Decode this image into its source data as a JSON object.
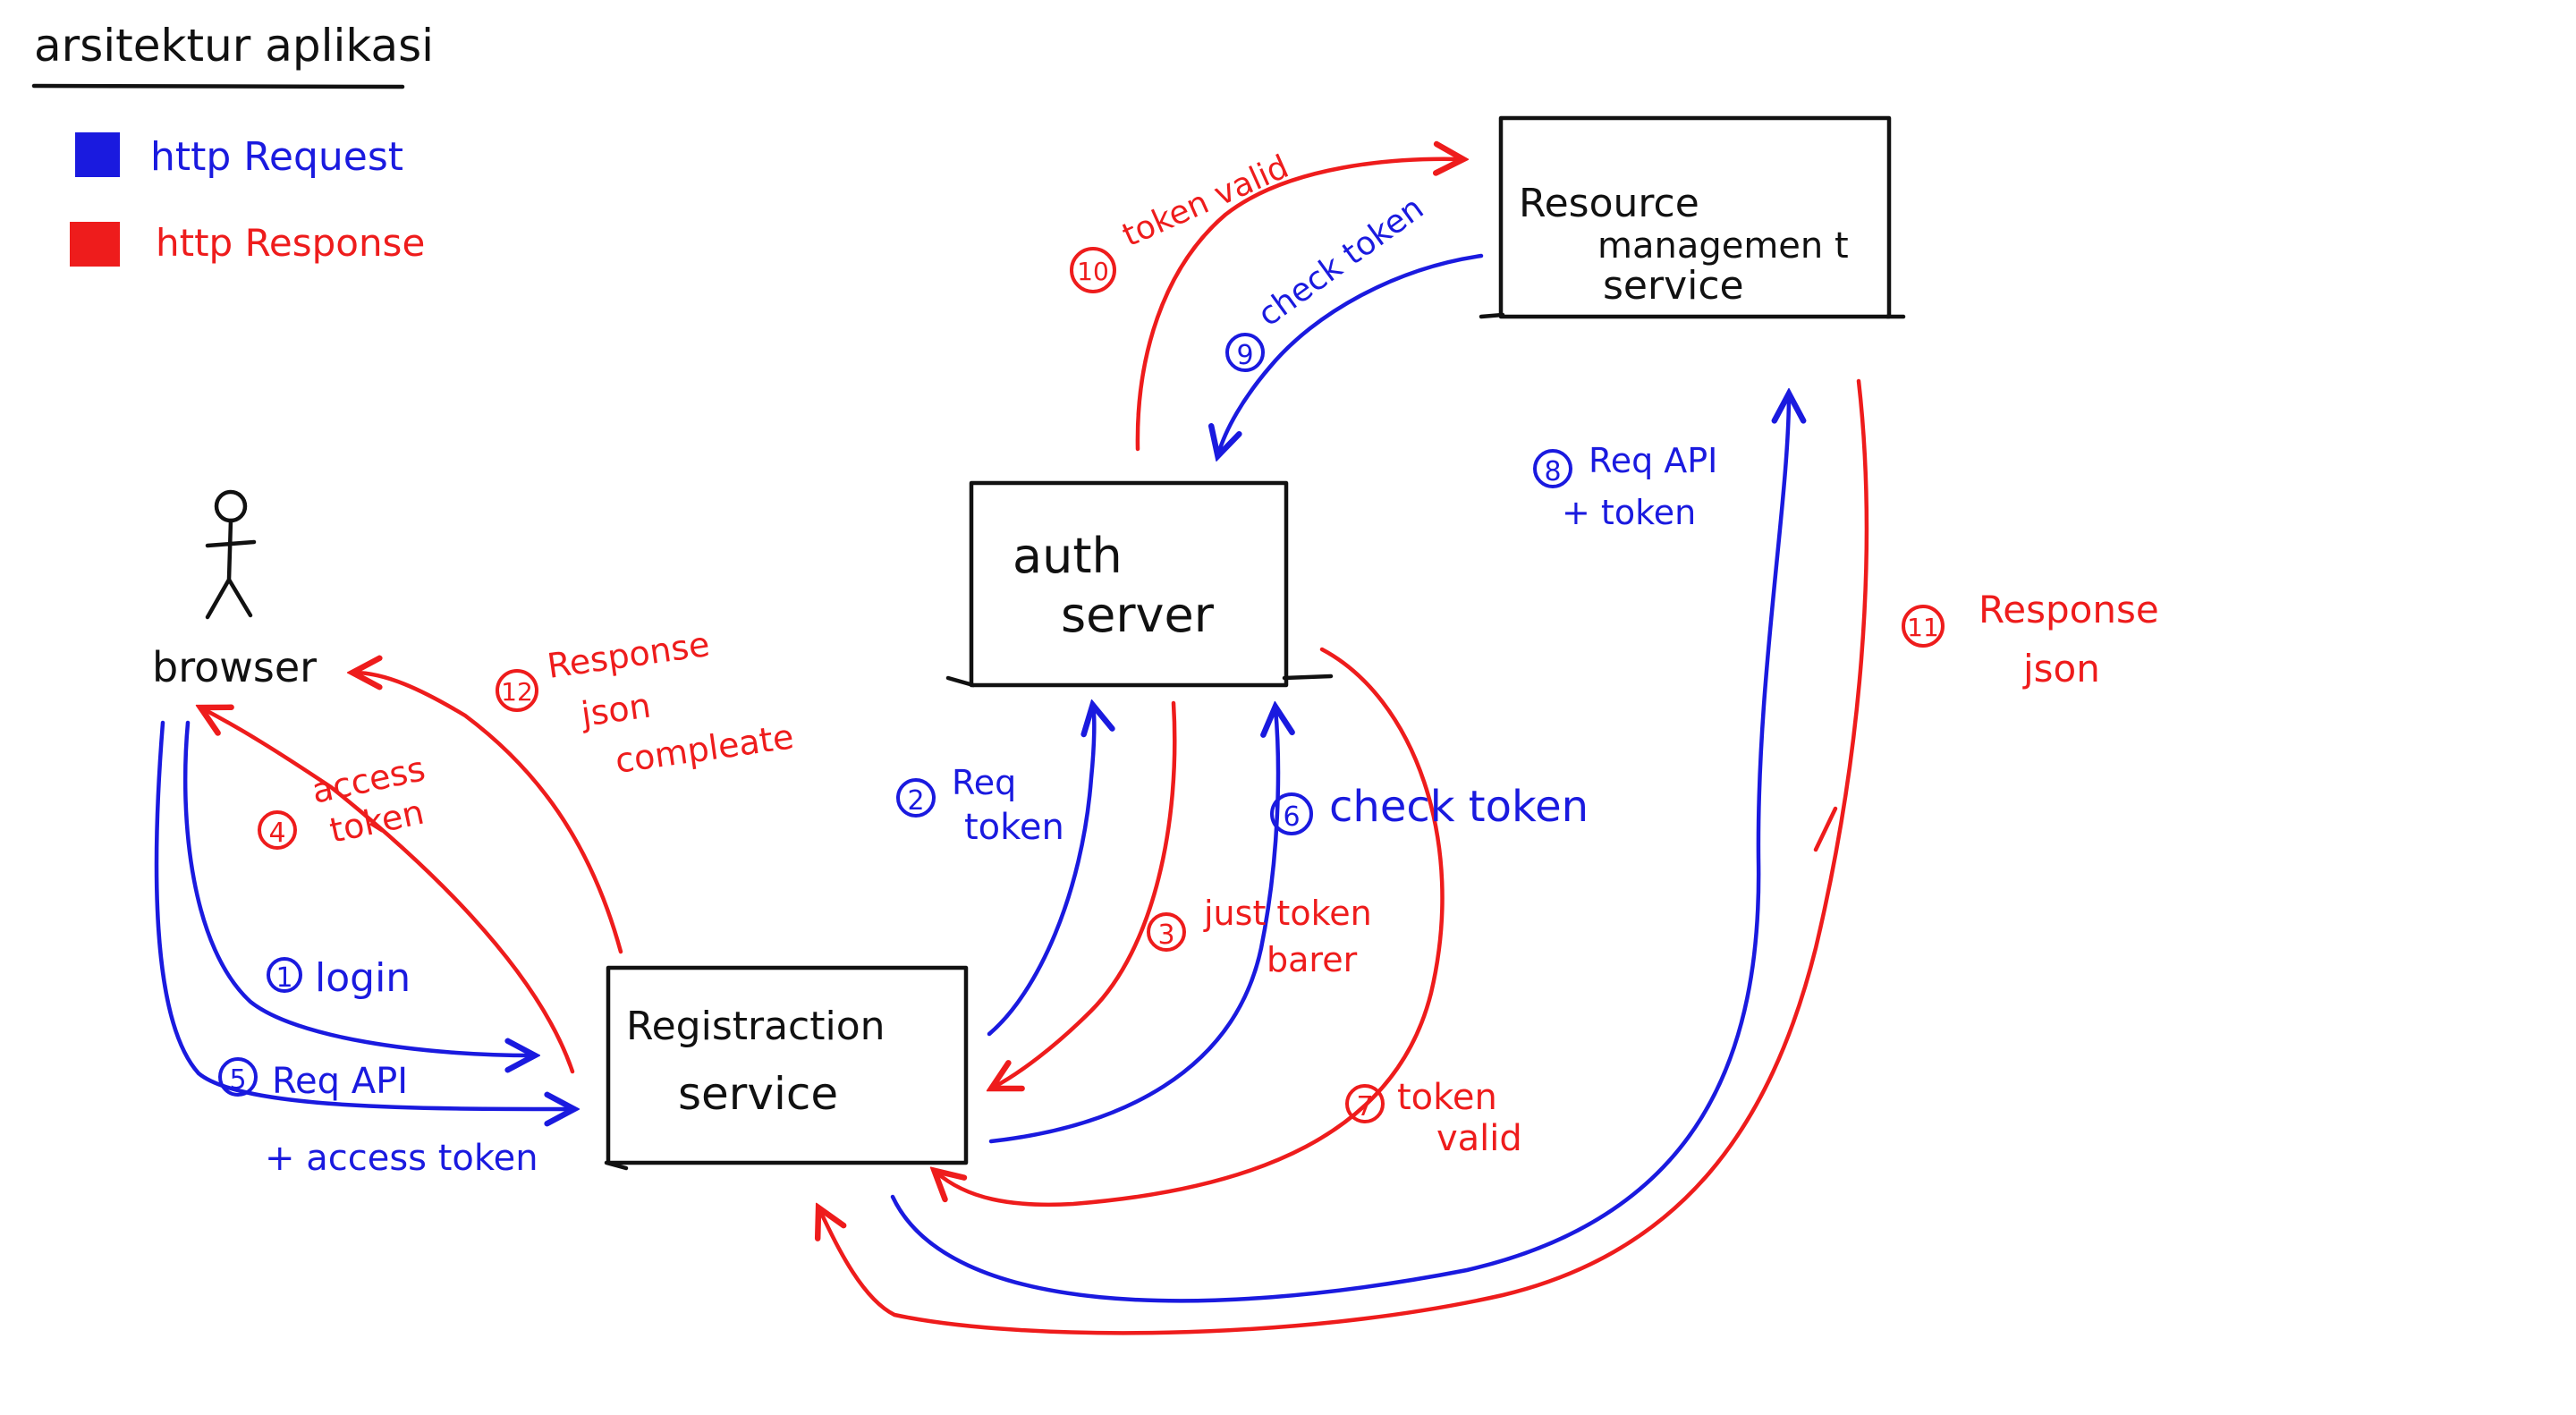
{
  "title": "arsitektur aplikasi",
  "legend": {
    "request": {
      "label": "http Request",
      "color": "#1a1adf"
    },
    "response": {
      "label": "http Response",
      "color": "#ee1c1c"
    }
  },
  "nodes": {
    "browser": {
      "label": "browser"
    },
    "auth": {
      "line1": "auth",
      "line2": "server"
    },
    "registration": {
      "line1": "Registraction",
      "line2": "service"
    },
    "resource": {
      "line1": "Resource",
      "line2": "managemen t",
      "line3": "service"
    }
  },
  "steps": {
    "s1": {
      "num": "1",
      "line1": "login",
      "line2": ""
    },
    "s2": {
      "num": "2",
      "line1": "Req",
      "line2": "token"
    },
    "s3": {
      "num": "3",
      "line1": "just token",
      "line2": "barer"
    },
    "s4": {
      "num": "4",
      "line1": "access",
      "line2": "token"
    },
    "s5": {
      "num": "5",
      "line1": "Req API",
      "line2": "+ access token"
    },
    "s6": {
      "num": "6",
      "line1": "check token",
      "line2": ""
    },
    "s7": {
      "num": "7",
      "line1": "token",
      "line2": "valid"
    },
    "s8": {
      "num": "8",
      "line1": "Req API",
      "line2": "+ token"
    },
    "s9": {
      "num": "9",
      "line1": "check token",
      "line2": ""
    },
    "s10": {
      "num": "10",
      "line1": "token valid",
      "line2": ""
    },
    "s11": {
      "num": "11",
      "line1": "Response",
      "line2": "json"
    },
    "s12": {
      "num": "12",
      "line1": "Response",
      "line2": "json",
      "line3": "compleate"
    }
  }
}
